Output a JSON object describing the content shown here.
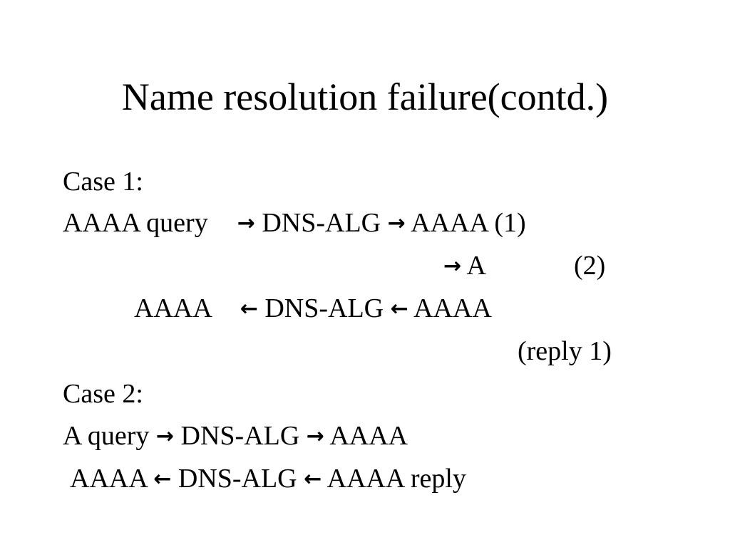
{
  "slide": {
    "title": "Name resolution failure(contd.)",
    "case1": {
      "heading": "Case 1:",
      "line1": {
        "a": "AAAA query",
        "b": "DNS-ALG",
        "c": "AAAA (1)"
      },
      "line2": {
        "a": "A",
        "b": "(2)"
      },
      "line3": {
        "a": "AAAA",
        "b": "DNS-ALG",
        "c": "AAAA"
      },
      "line4": {
        "a": "(reply 1)"
      }
    },
    "case2": {
      "heading": "Case 2:",
      "line1": {
        "a": "A query",
        "b": "DNS-ALG",
        "c": "AAAA"
      },
      "line2": {
        "a": "AAAA",
        "b": "DNS-ALG",
        "c": "AAAA reply"
      }
    },
    "icons": {
      "right_arrow": "→",
      "left_arrow": "←"
    }
  }
}
